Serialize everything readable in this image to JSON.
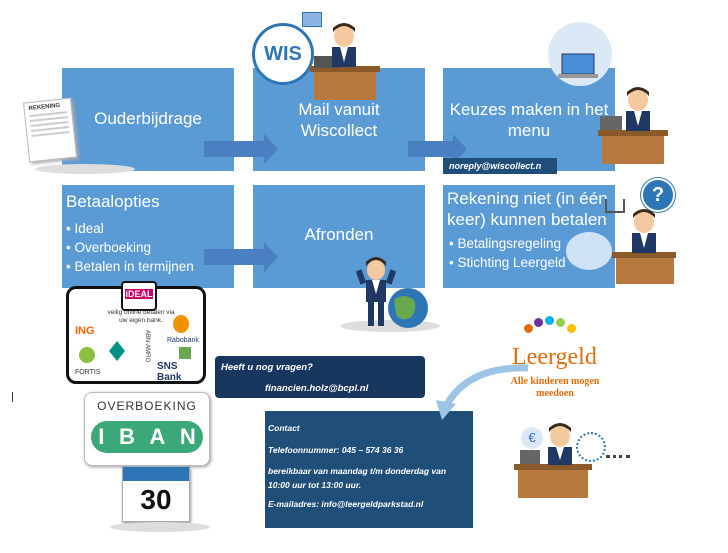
{
  "boxes": {
    "ouderbijdrage": "Ouderbijdrage",
    "mail": "Mail vanuit Wiscollect",
    "keuzes": "Keuzes maken in het menu",
    "betaalopties": {
      "title": "Betaalopties",
      "items": [
        "Ideal",
        "Overboeking",
        "Betalen in termijnen"
      ]
    },
    "afronden": "Afronden",
    "rekening": {
      "title": "Rekening niet (in één keer) kunnen betalen",
      "items": [
        "Betalingsregeling",
        "Stichting Leergeld"
      ]
    }
  },
  "email_tag": "noreply@wiscollect.n",
  "wis_logo": "WIS",
  "invoice_label": "REKENING",
  "ideal": {
    "logo": "iDEAL",
    "tagline": "veilig online betalen via uw eigen bank.",
    "banks": [
      "ING",
      "Rabobank",
      "ABN·AMRO",
      "FORTIS",
      "SNS Bank"
    ]
  },
  "vragen": {
    "title": "Heeft u nog vragen?",
    "email": "financien.holz@bcpl.nl"
  },
  "iban": {
    "top": "OVERBOEKING",
    "letters": [
      "I",
      "B",
      "A",
      "N"
    ]
  },
  "calendar_day": "30",
  "contact": {
    "title": "Contact",
    "phone": "Telefoonnummer: 045 – 574 36 36",
    "hours": "bereikbaar van maandag t/m donderdag van 10:00 uur tot 13:00 uur.",
    "email": "E-mailadres: info@leergeldparkstad.nl"
  },
  "leergeld": {
    "name": "Leergeld",
    "tagline": "Alle kinderen mogen meedoen"
  },
  "colors": {
    "box": "#5b9bd5",
    "arrow": "#4a7fc1",
    "navy": "#17375e",
    "leergeld_orange": "#e36c0a",
    "iban_green": "#3aa879"
  }
}
